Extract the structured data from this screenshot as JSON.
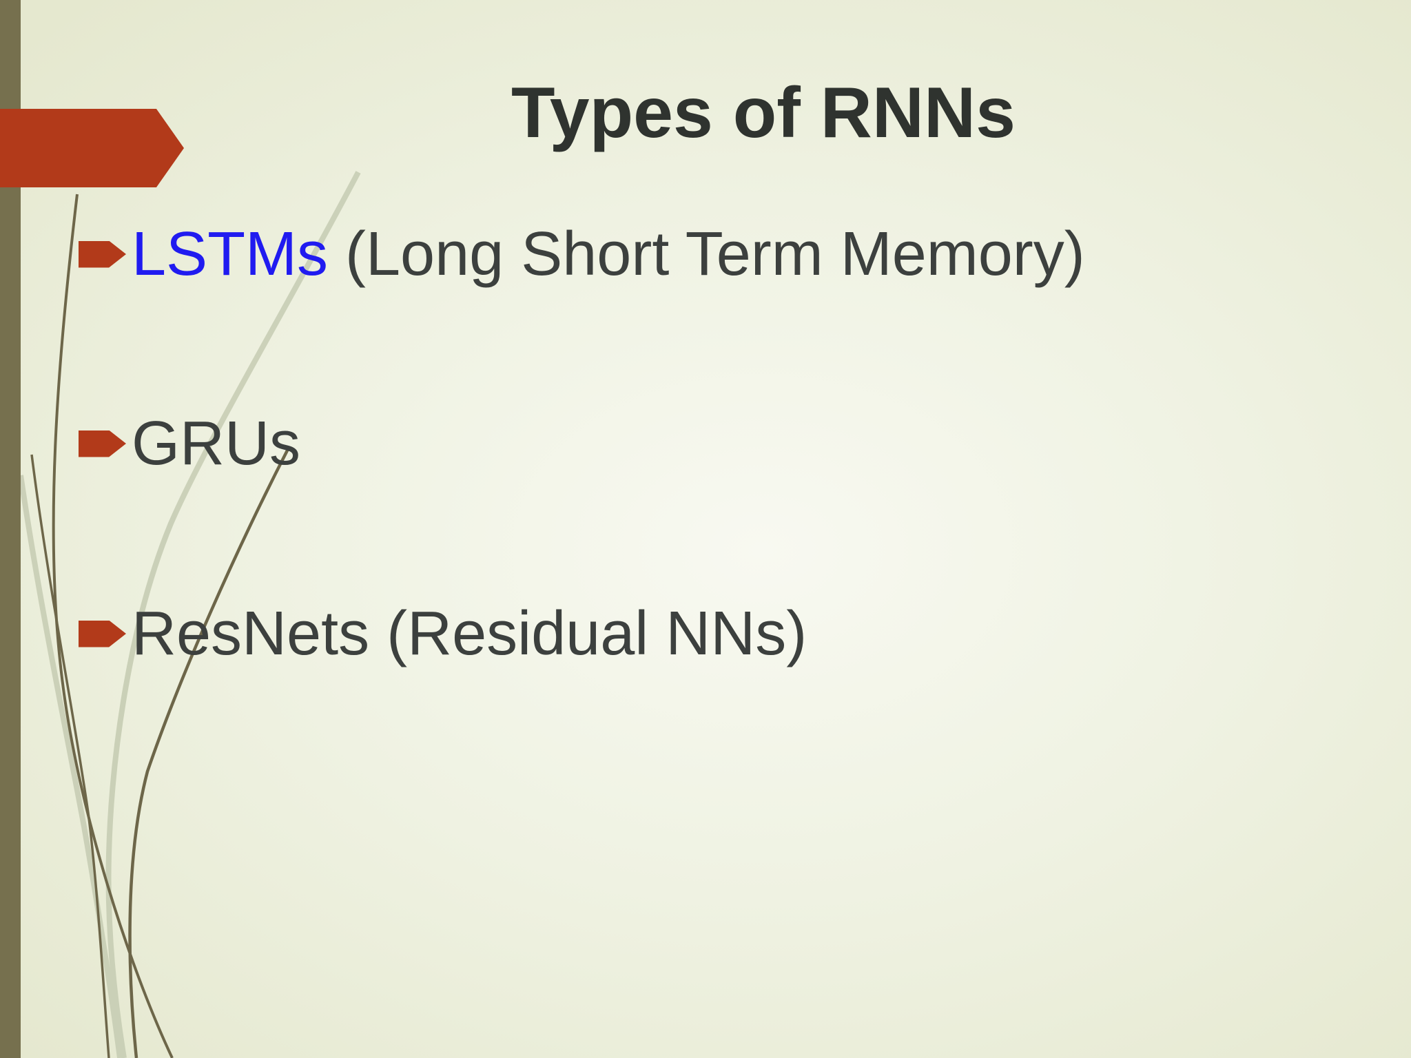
{
  "slide": {
    "title": "Types of RNNs",
    "bullets": [
      {
        "highlight": "LSTMs",
        "text": " (Long Short Term Memory)"
      },
      {
        "highlight": "",
        "text": "GRUs"
      },
      {
        "highlight": "",
        "text": "ResNets (Residual NNs)"
      }
    ],
    "colors": {
      "accent_red": "#b23a1a",
      "highlight_blue": "#201bf0",
      "body_text": "#3c403e",
      "title_text": "#2f332f",
      "sidebar_olive": "#76704e",
      "background_edge": "#e5e8cf",
      "background_center": "#f8f9f1",
      "wisp_dark": "#6d6649",
      "wisp_light": "#c9cfb6"
    }
  }
}
